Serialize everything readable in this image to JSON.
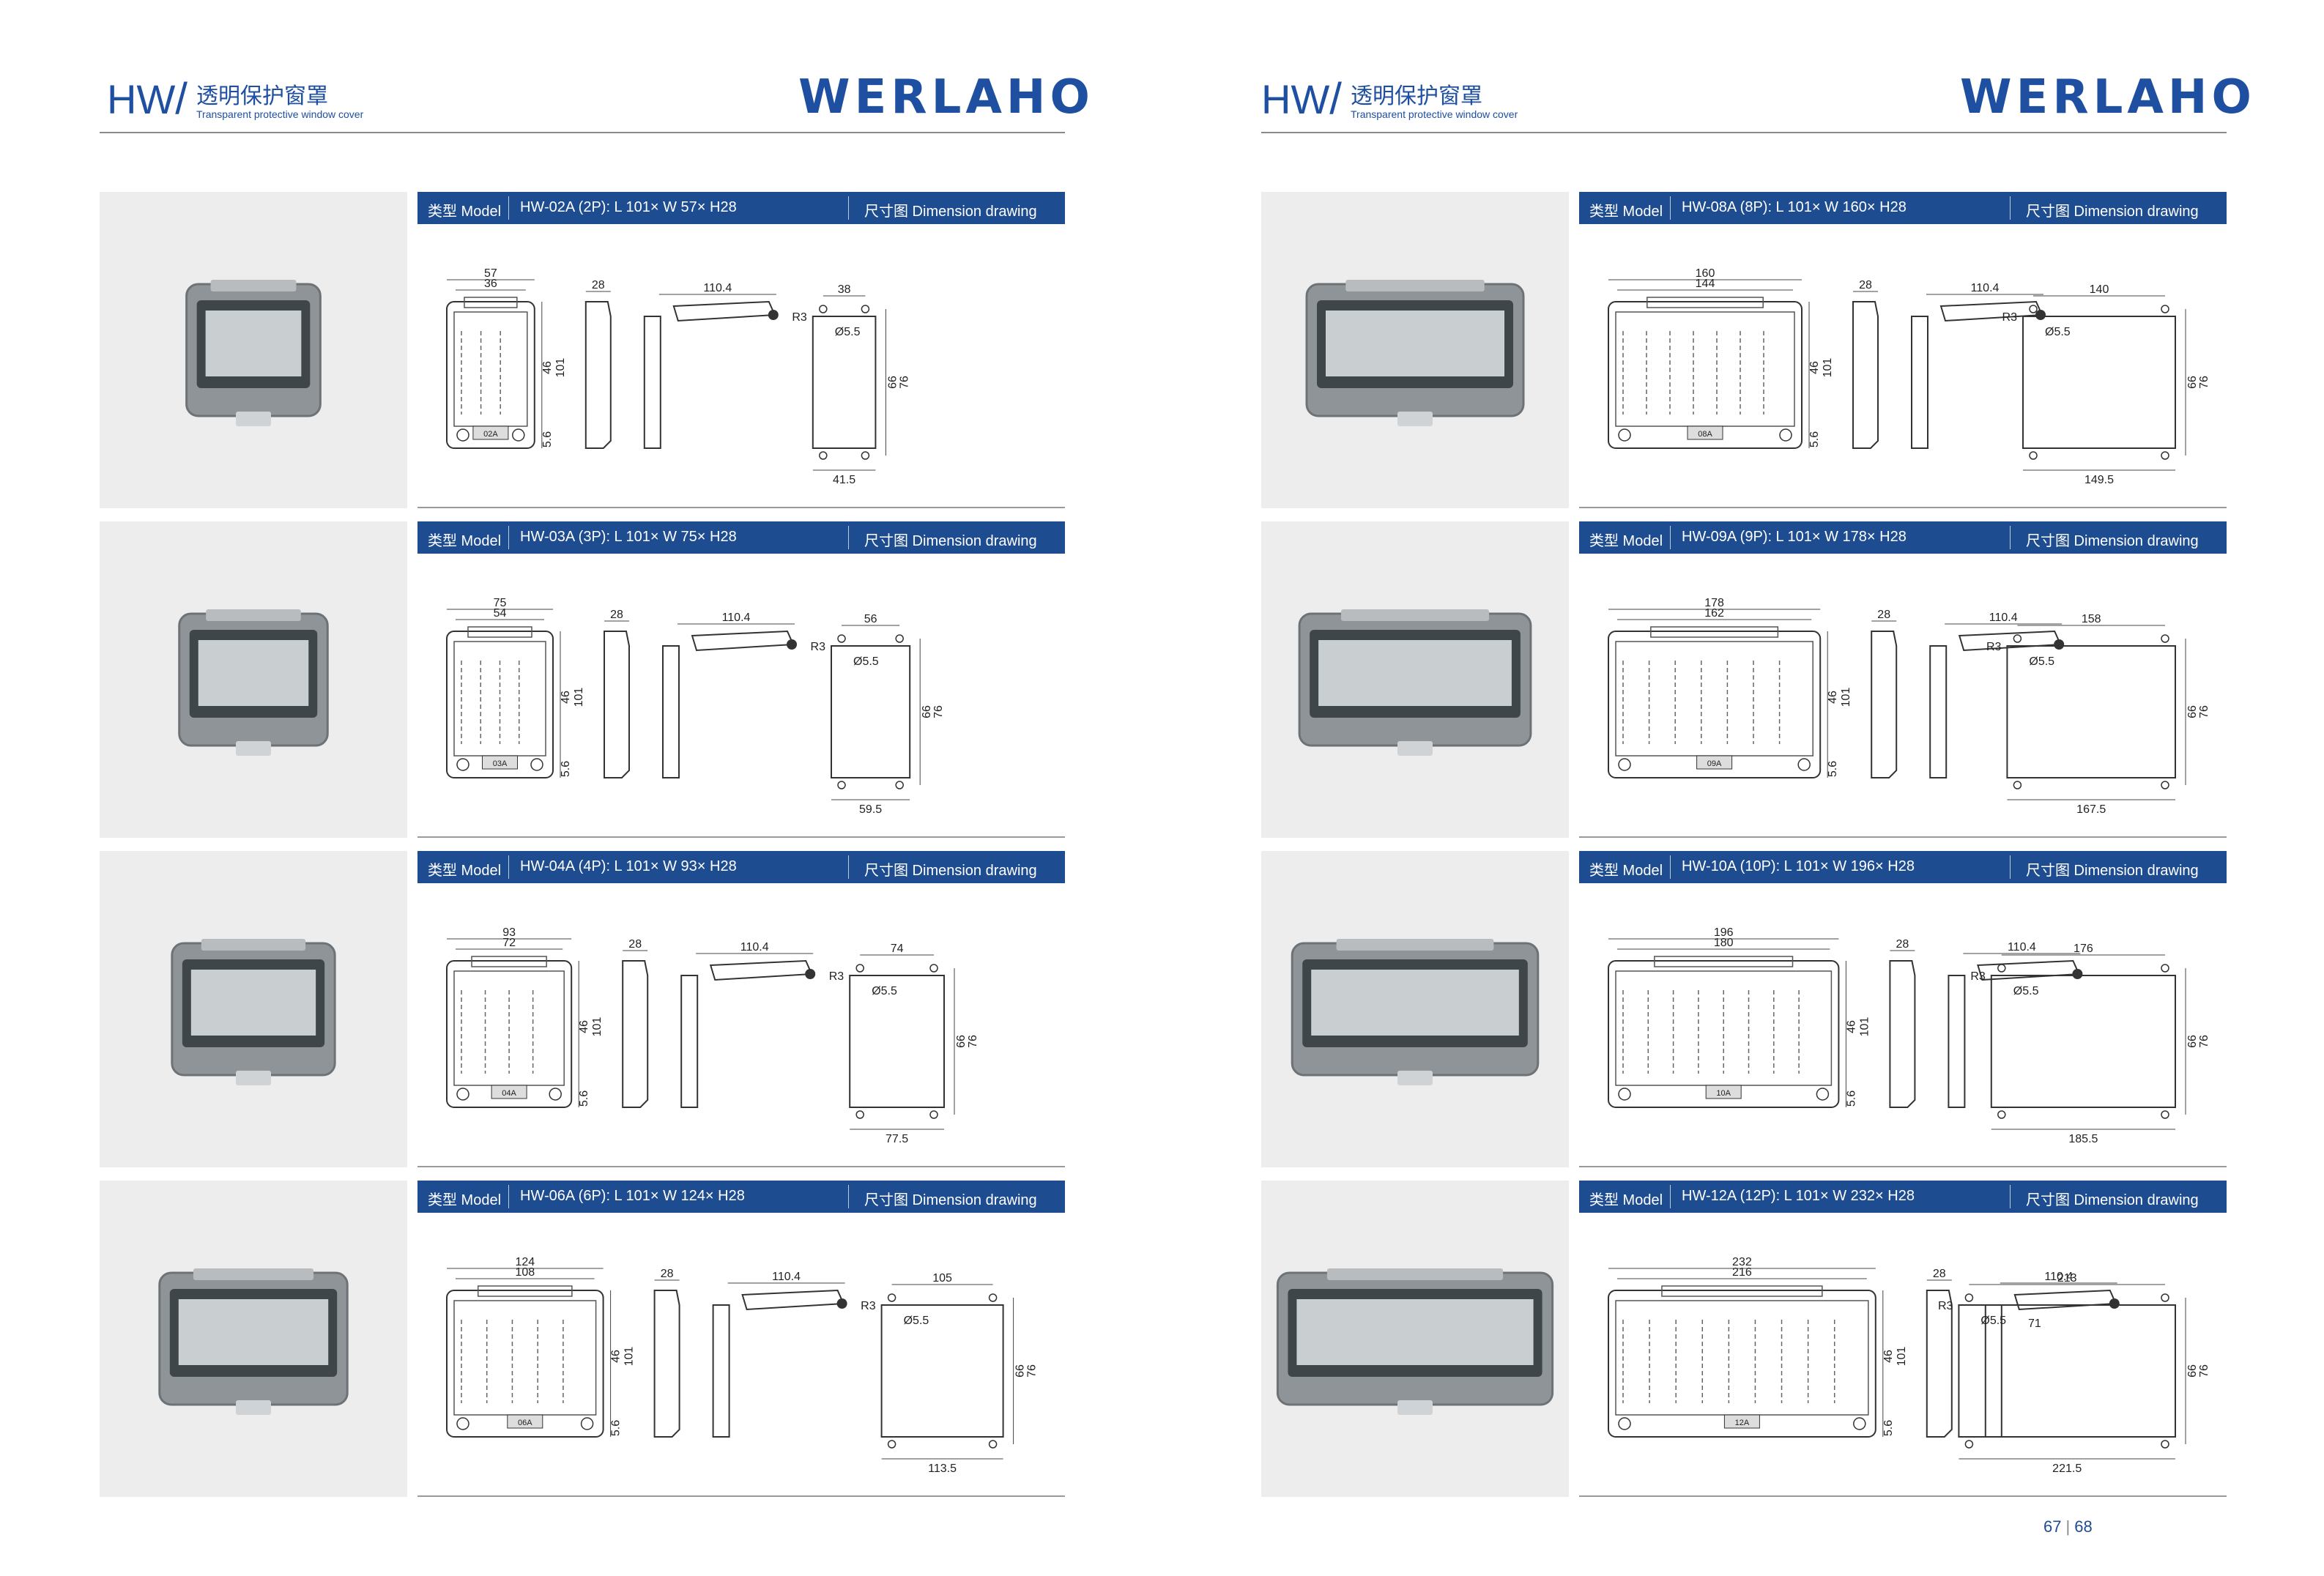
{
  "header": {
    "hw": "HW",
    "slash": "/",
    "title_cn": "透明保护窗罩",
    "title_en": "Transparent protective window cover",
    "brand": "WERLAHO"
  },
  "bar_labels": {
    "model_label": "类型 Model",
    "dim_label": "尺寸图 Dimension drawing"
  },
  "left_page": {
    "products": [
      {
        "model": "HW-02A (2P): L 101× W 57× H28",
        "dims": {
          "w_outer": "57",
          "w_inner": "36",
          "depth": "28",
          "side": "110.4",
          "hole_span": "38",
          "hole_bottom": "41.5",
          "h1": "46",
          "h2": "101",
          "h3": "5.6",
          "h4": "66",
          "h5": "76",
          "r": "R3",
          "hole": "Ø5.5",
          "tag": "02A"
        }
      },
      {
        "model": "HW-03A (3P): L 101× W 75× H28",
        "dims": {
          "w_outer": "75",
          "w_inner": "54",
          "depth": "28",
          "side": "110.4",
          "hole_span": "56",
          "hole_bottom": "59.5",
          "h1": "46",
          "h2": "101",
          "h3": "5.6",
          "h4": "66",
          "h5": "76",
          "r": "R3",
          "hole": "Ø5.5",
          "tag": "03A"
        }
      },
      {
        "model": "HW-04A (4P): L 101× W 93× H28",
        "dims": {
          "w_outer": "93",
          "w_inner": "72",
          "depth": "28",
          "side": "110.4",
          "hole_span": "74",
          "hole_bottom": "77.5",
          "h1": "46",
          "h2": "101",
          "h3": "5.6",
          "h4": "66",
          "h5": "76",
          "r": "R3",
          "hole": "Ø5.5",
          "tag": "04A"
        }
      },
      {
        "model": "HW-06A (6P): L 101× W 124× H28",
        "dims": {
          "w_outer": "124",
          "w_inner": "108",
          "depth": "28",
          "side": "110.4",
          "hole_span": "105",
          "hole_bottom": "113.5",
          "h1": "46",
          "h2": "101",
          "h3": "5.6",
          "h4": "66",
          "h5": "76",
          "r": "R3",
          "hole": "Ø5.5",
          "tag": "06A"
        }
      }
    ]
  },
  "right_page": {
    "products": [
      {
        "model": "HW-08A (8P): L 101× W 160× H28",
        "dims": {
          "w_outer": "160",
          "w_inner": "144",
          "depth": "28",
          "side": "110.4",
          "hole_span": "140",
          "hole_bottom": "149.5",
          "h1": "46",
          "h2": "101",
          "h3": "5.6",
          "h4": "66",
          "h5": "76",
          "r": "R3",
          "hole": "Ø5.5",
          "tag": "08A"
        }
      },
      {
        "model": "HW-09A (9P): L 101× W 178× H28",
        "dims": {
          "w_outer": "178",
          "w_inner": "162",
          "depth": "28",
          "side": "110.4",
          "hole_span": "158",
          "hole_bottom": "167.5",
          "h1": "46",
          "h2": "101",
          "h3": "5.6",
          "h4": "66",
          "h5": "76",
          "r": "R3",
          "hole": "Ø5.5",
          "tag": "09A"
        }
      },
      {
        "model": "HW-10A (10P): L 101× W 196× H28",
        "dims": {
          "w_outer": "196",
          "w_inner": "180",
          "depth": "28",
          "side": "110.4",
          "hole_span": "176",
          "hole_bottom": "185.5",
          "h1": "46",
          "h2": "101",
          "h3": "5.6",
          "h4": "66",
          "h5": "76",
          "r": "R3",
          "hole": "Ø5.5",
          "tag": "10A"
        }
      },
      {
        "model": "HW-12A (12P): L 101× W 232× H28",
        "dims": {
          "w_outer": "232",
          "w_inner": "216",
          "depth": "28",
          "side": "110.4",
          "hole_span": "213",
          "hole_mid": "71",
          "hole_bottom": "221.5",
          "h1": "46",
          "h2": "101",
          "h3": "5.6",
          "h4": "66",
          "h5": "76",
          "r": "R3",
          "hole": "Ø5.5",
          "tag": "12A"
        }
      }
    ]
  },
  "footer": {
    "page_left": "67",
    "divider": "|",
    "page_right": "68"
  }
}
